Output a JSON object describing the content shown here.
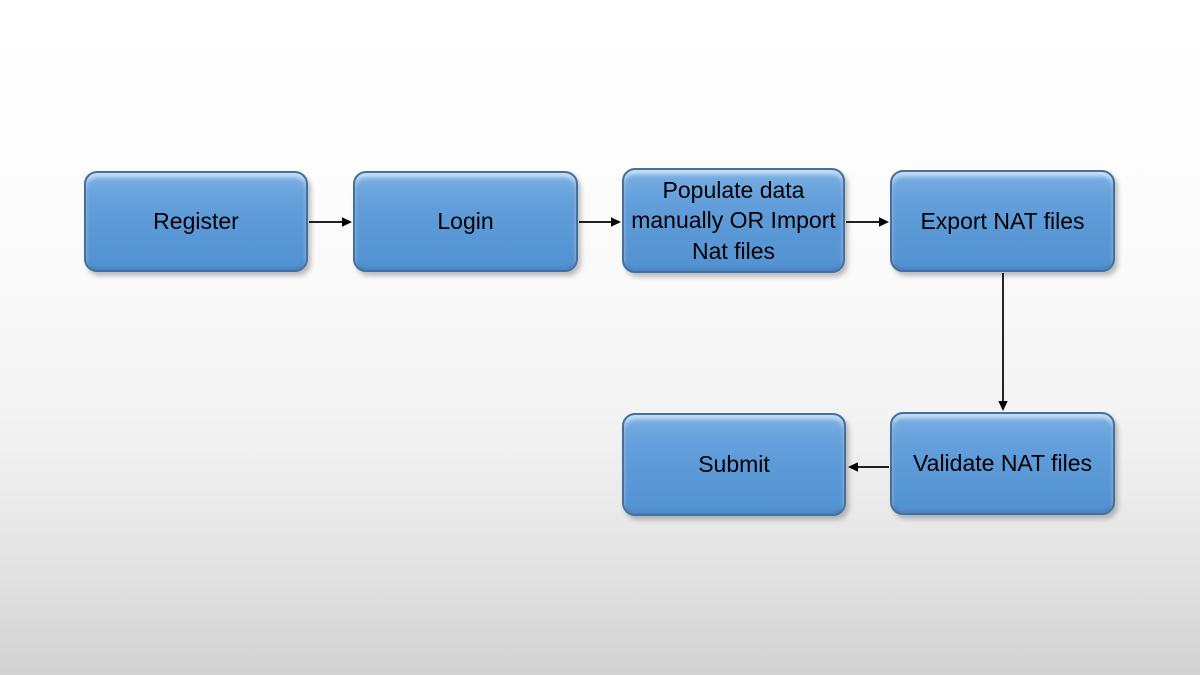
{
  "diagram": {
    "type": "flowchart",
    "background": {
      "top_color": "#ffffff",
      "bottom_color": "#d2d2d3"
    },
    "node_style": {
      "fill_top": "#8cbbe9",
      "fill_bottom": "#5392d2",
      "border_color": "#41719c",
      "text_color": "#000000"
    },
    "arrow_color": "#000000",
    "nodes": [
      {
        "id": "register",
        "label": "Register"
      },
      {
        "id": "login",
        "label": "Login"
      },
      {
        "id": "populate-data",
        "label": "Populate data manually OR Import Nat files"
      },
      {
        "id": "export-nat-files",
        "label": "Export NAT files"
      },
      {
        "id": "validate-nat-files",
        "label": "Validate NAT files"
      },
      {
        "id": "submit",
        "label": "Submit"
      }
    ],
    "edges": [
      {
        "from": "register",
        "to": "login",
        "direction": "right"
      },
      {
        "from": "login",
        "to": "populate-data",
        "direction": "right"
      },
      {
        "from": "populate-data",
        "to": "export-nat-files",
        "direction": "right"
      },
      {
        "from": "export-nat-files",
        "to": "validate-nat-files",
        "direction": "down"
      },
      {
        "from": "validate-nat-files",
        "to": "submit",
        "direction": "left"
      }
    ]
  }
}
